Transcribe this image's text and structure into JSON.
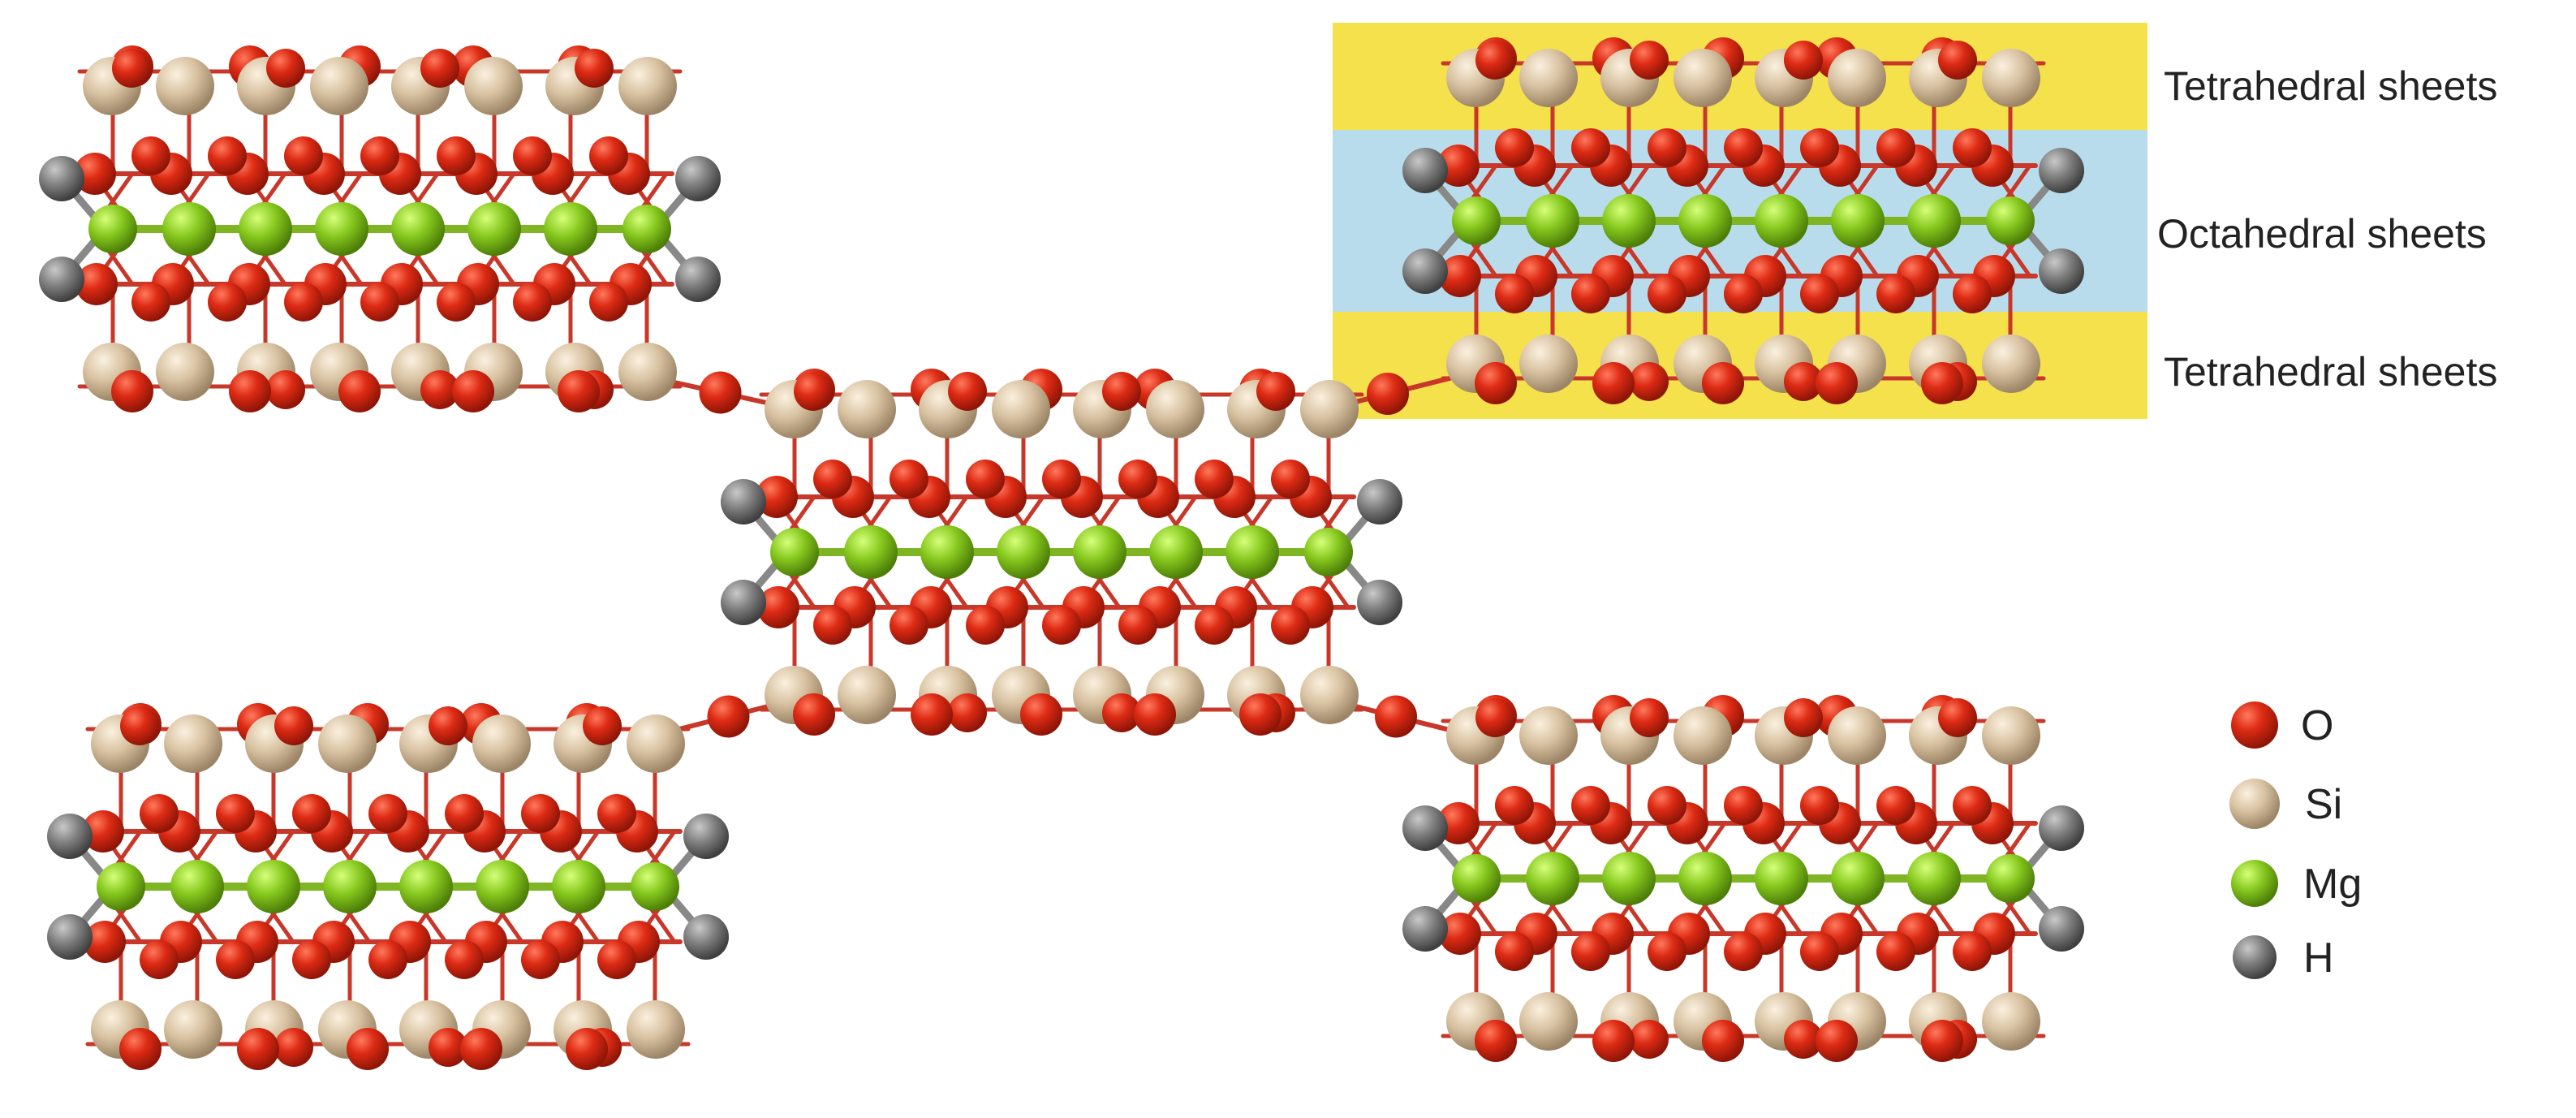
{
  "colors": {
    "oxygen": "#dd2b14",
    "silicon": "#d8c2a1",
    "magnesium": "#86c81e",
    "hydrogen": "#7f7f7f",
    "tetrahedral_band": "#f5e14b",
    "octahedral_band": "#b9dcec",
    "bond": "#c8382a"
  },
  "sheet_labels": {
    "top": "Tetrahedral sheets",
    "middle": "Octahedral sheets",
    "bottom": "Tetrahedral sheets"
  },
  "legend": [
    {
      "label": "O",
      "color": "#dd2b14"
    },
    {
      "label": "Si",
      "color": "#d8c2a1"
    },
    {
      "label": "Mg",
      "color": "#86c81e"
    },
    {
      "label": "H",
      "color": "#7f7f7f"
    }
  ],
  "structure": {
    "ribbon_count": 5,
    "connecting_bridges": 4
  }
}
